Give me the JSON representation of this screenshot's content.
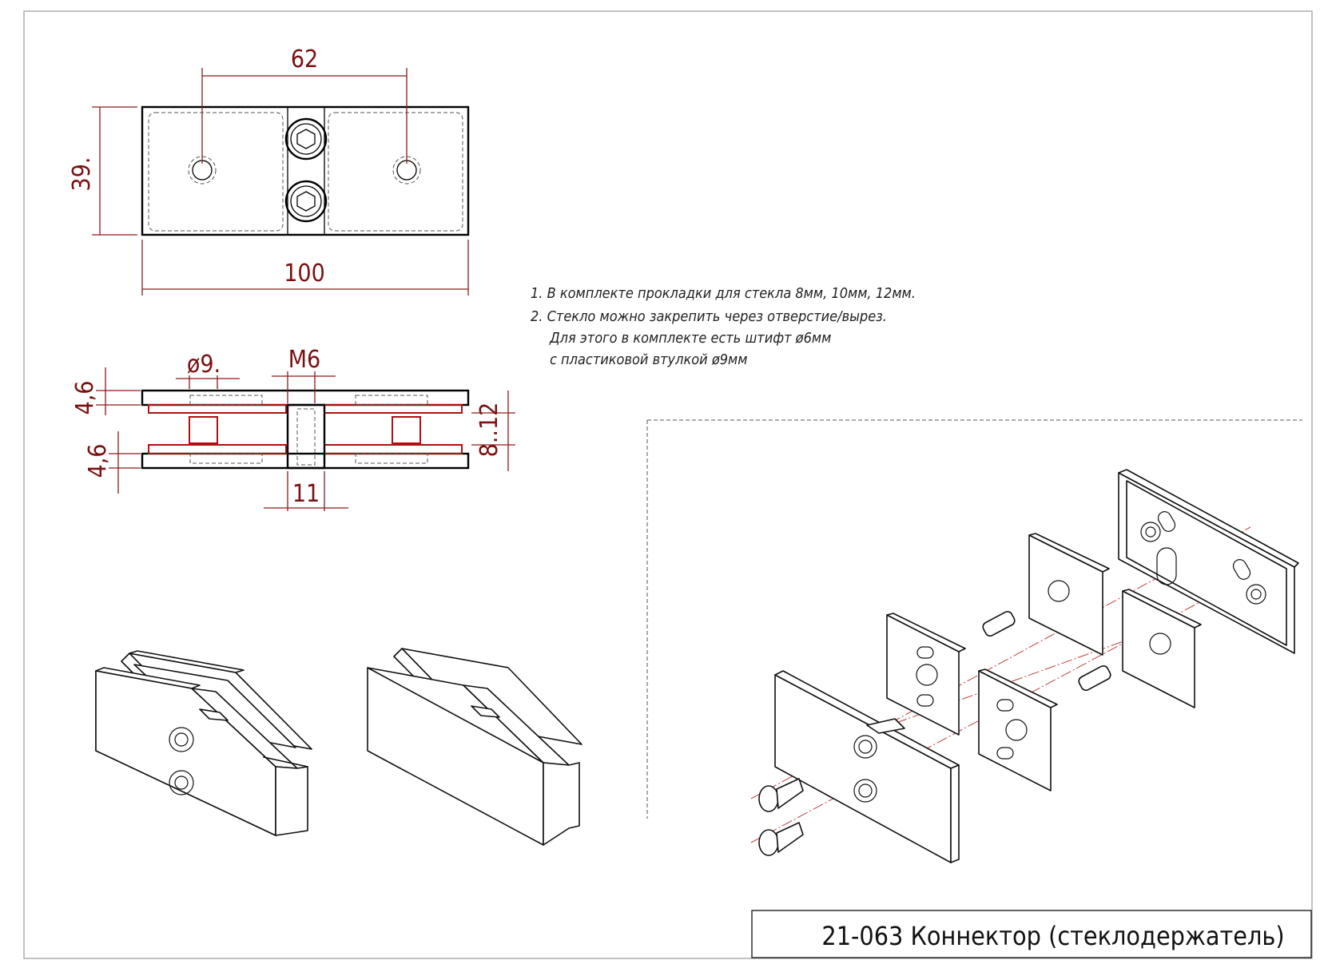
{
  "title": "21-063 Коннектор (стеклодержатель)",
  "dimensions": {
    "hole_spacing": "62",
    "height": "39.",
    "width": "100",
    "hole_diameter": "ø9.",
    "thread": "M6",
    "plate_top": "4,6",
    "plate_bottom": "4,6",
    "glass_range": "8..12",
    "gap": "11"
  },
  "notes": [
    "1. В комплекте прокладки для стекла 8мм, 10мм, 12мм.",
    "2. Стекло можно закрепить через отверстие/вырез.",
    "Для этого в комплекте есть штифт ø6мм",
    "с пластиковой втулкой ø9мм"
  ]
}
